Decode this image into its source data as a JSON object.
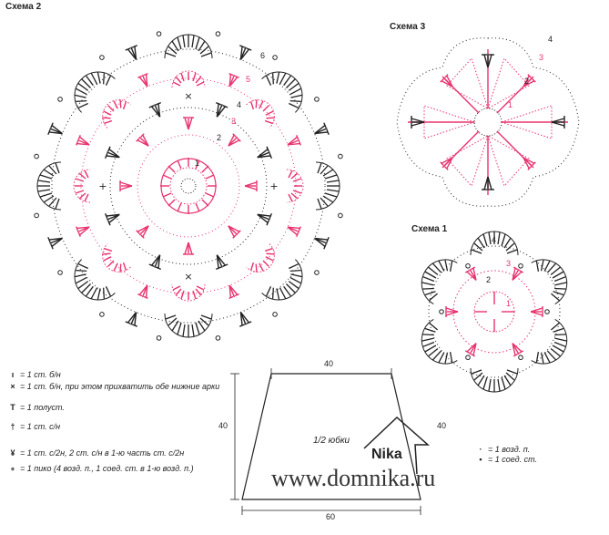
{
  "schemes": {
    "scheme2": {
      "title": "Схема 2",
      "round_numbers": [
        "1",
        "2",
        "3",
        "4",
        "5",
        "6"
      ]
    },
    "scheme3": {
      "title": "Схема 3",
      "round_numbers": [
        "1",
        "2",
        "3",
        "4"
      ]
    },
    "scheme1": {
      "title": "Схема 1",
      "round_numbers": [
        "1",
        "2",
        "3",
        "4"
      ]
    }
  },
  "legend": {
    "items": [
      {
        "symbol": "ı",
        "text": "= 1 ст. б/н"
      },
      {
        "symbol": "×",
        "text": "= 1 ст. б/н, при этом прихватить обе нижние арки"
      },
      {
        "symbol": "T",
        "text": "= 1 полуст."
      },
      {
        "symbol": "†",
        "text": "= 1 ст. с/н"
      },
      {
        "symbol": "¥",
        "text": "= 1 ст. с/2н, 2 ст. с/н в 1-ю часть ст. с/2н"
      },
      {
        "symbol": "∘",
        "text": "= 1 пико (4 возд. п., 1 соед. ст. в 1-ю возд. п.)"
      }
    ],
    "right_items": [
      {
        "symbol": "·",
        "text": "= 1 возд. п."
      },
      {
        "symbol": "•",
        "text": "= 1 соед. ст."
      }
    ]
  },
  "pattern": {
    "top": "40",
    "left": "40",
    "right": "40",
    "bottom": "60",
    "part_label": "1/2 юбки"
  },
  "brand": {
    "logo": "Nika",
    "website": "www.domnika.ru"
  },
  "colors": {
    "ink": "#222222",
    "accent": "#e8336e"
  }
}
